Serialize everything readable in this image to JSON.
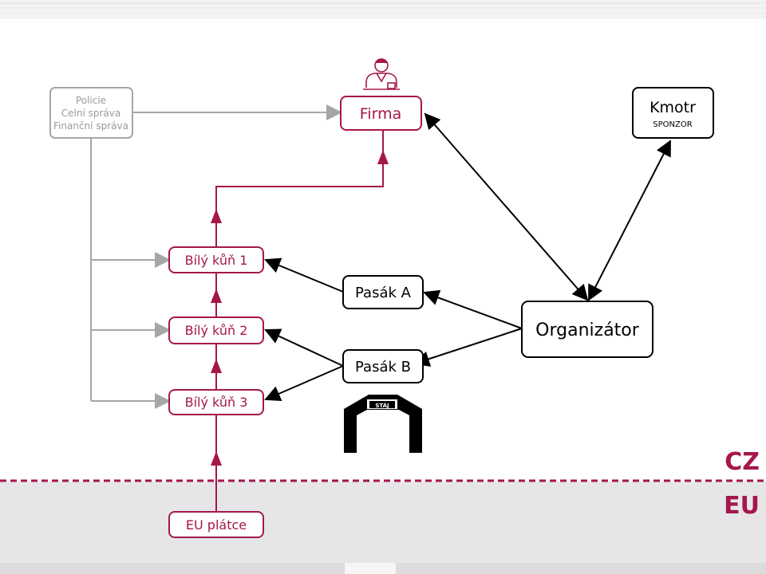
{
  "diagram": {
    "authorities": [
      "Policie",
      "Celní správa",
      "Finanční správa"
    ],
    "firma": "Firma",
    "kmotr": {
      "title": "Kmotr",
      "subtitle": "SPONZOR"
    },
    "organizator": "Organizátor",
    "pasak_a": "Pasák A",
    "pasak_b": "Pasák B",
    "bily_kun_1": "Bílý kůň 1",
    "bily_kun_2": "Bílý kůň 2",
    "bily_kun_3": "Bílý kůň 3",
    "eu_platce": "EU plátce",
    "staj": "STÁJ",
    "region_cz": "CZ",
    "region_eu": "EU"
  },
  "colors": {
    "accent": "#a5174a",
    "grey": "#a6a6a6",
    "black": "#000000",
    "eu_band": "#e6e6e8"
  },
  "icons": [
    "businessman-icon",
    "stable-gate-icon"
  ]
}
